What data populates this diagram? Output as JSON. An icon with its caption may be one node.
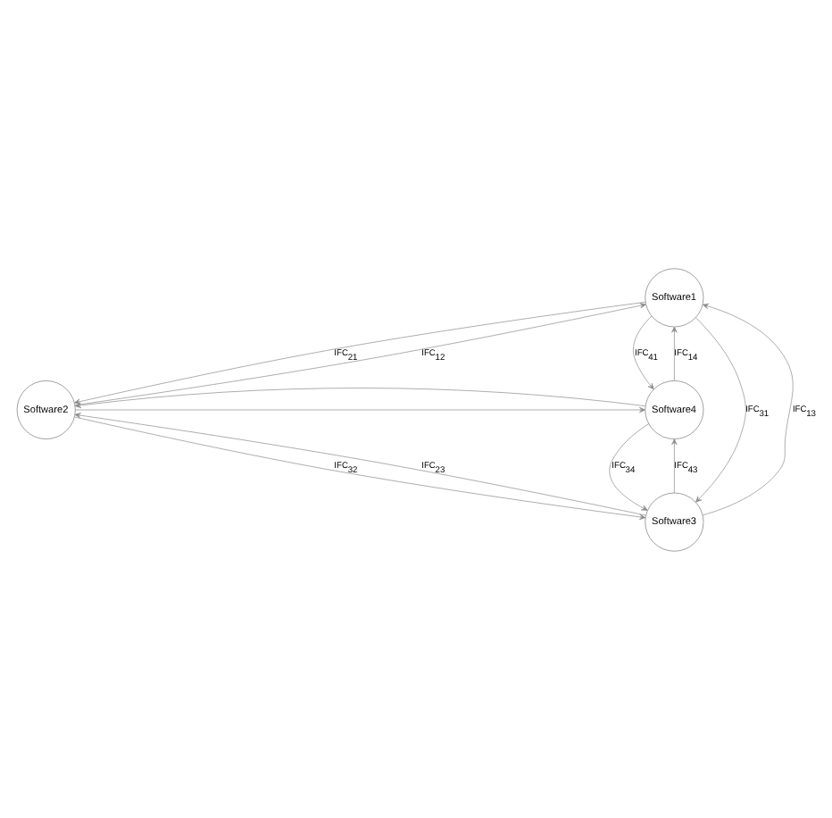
{
  "diagram": {
    "nodes": [
      {
        "text": [
          "Software1"
        ]
      },
      {
        "text": [
          "Software2"
        ]
      },
      {
        "text": [
          "Software4"
        ]
      },
      {
        "text": [
          "Software3"
        ]
      }
    ],
    "edges": [
      {
        "from": 0,
        "to": 1,
        "arrow": "to",
        "label": "IFC$_{21}$"
      },
      {
        "from": 1,
        "to": 0,
        "arrow": "to",
        "label": "IFC$_{12}$"
      },
      {
        "from": 2,
        "to": 0,
        "arrow": "to",
        "label": "IFC$_{14}$"
      },
      {
        "from": 0,
        "to": 2,
        "arrow": "to",
        "label": "IFC$_{41}$"
      },
      {
        "from": 1,
        "to": 2,
        "arrow": "to"
      },
      {
        "from": 2,
        "to": 1,
        "arrow": "to"
      },
      {
        "from": 0,
        "to": 3,
        "arrow": "to",
        "label": "IFC$_{31}$"
      },
      {
        "from": 3,
        "to": 0,
        "arrow": "to",
        "label": "IFC$_{13}$"
      },
      {
        "from": 1,
        "to": 3,
        "arrow": "to",
        "label": "IFC$_{32}$"
      },
      {
        "from": 3,
        "to": 1,
        "arrow": "to",
        "label": "IFC$_{23}$"
      },
      {
        "from": 2,
        "to": 3,
        "arrow": "to",
        "label": "IFC$_{34}$"
      },
      {
        "from": 3,
        "to": 2,
        "arrow": "to",
        "label": "IFC$_{43}$"
      }
    ]
  }
}
